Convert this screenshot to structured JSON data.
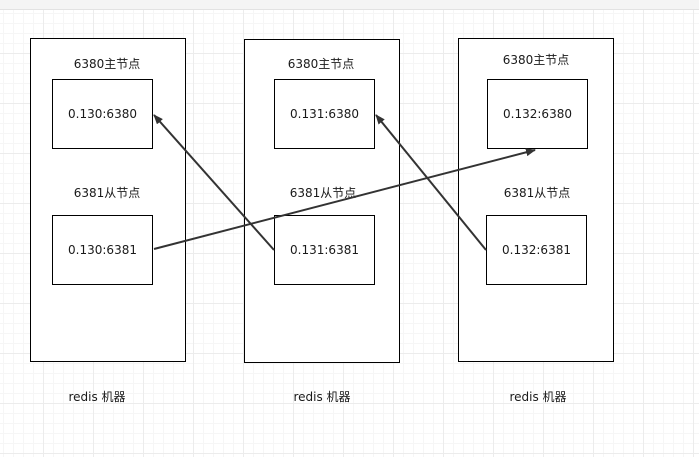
{
  "machines": [
    {
      "caption": "redis 机器",
      "master_label": "6380主节点",
      "master_node": "0.130:6380",
      "slave_label": "6381从节点",
      "slave_node": "0.130:6381"
    },
    {
      "caption": "redis 机器",
      "master_label": "6380主节点",
      "master_node": "0.131:6380",
      "slave_label": "6381从节点",
      "slave_node": "0.131:6381"
    },
    {
      "caption": "redis 机器",
      "master_label": "6380主节点",
      "master_node": "0.132:6380",
      "slave_label": "6381从节点",
      "slave_node": "0.132:6381"
    }
  ],
  "edges": [
    {
      "from": "0.131:6381",
      "to": "0.130:6380"
    },
    {
      "from": "0.130:6381",
      "to": "0.132:6380"
    },
    {
      "from": "0.132:6381",
      "to": "0.131:6380"
    }
  ],
  "colors": {
    "stroke": "#000000",
    "arrow": "#333333",
    "text": "#1a1a1a"
  }
}
